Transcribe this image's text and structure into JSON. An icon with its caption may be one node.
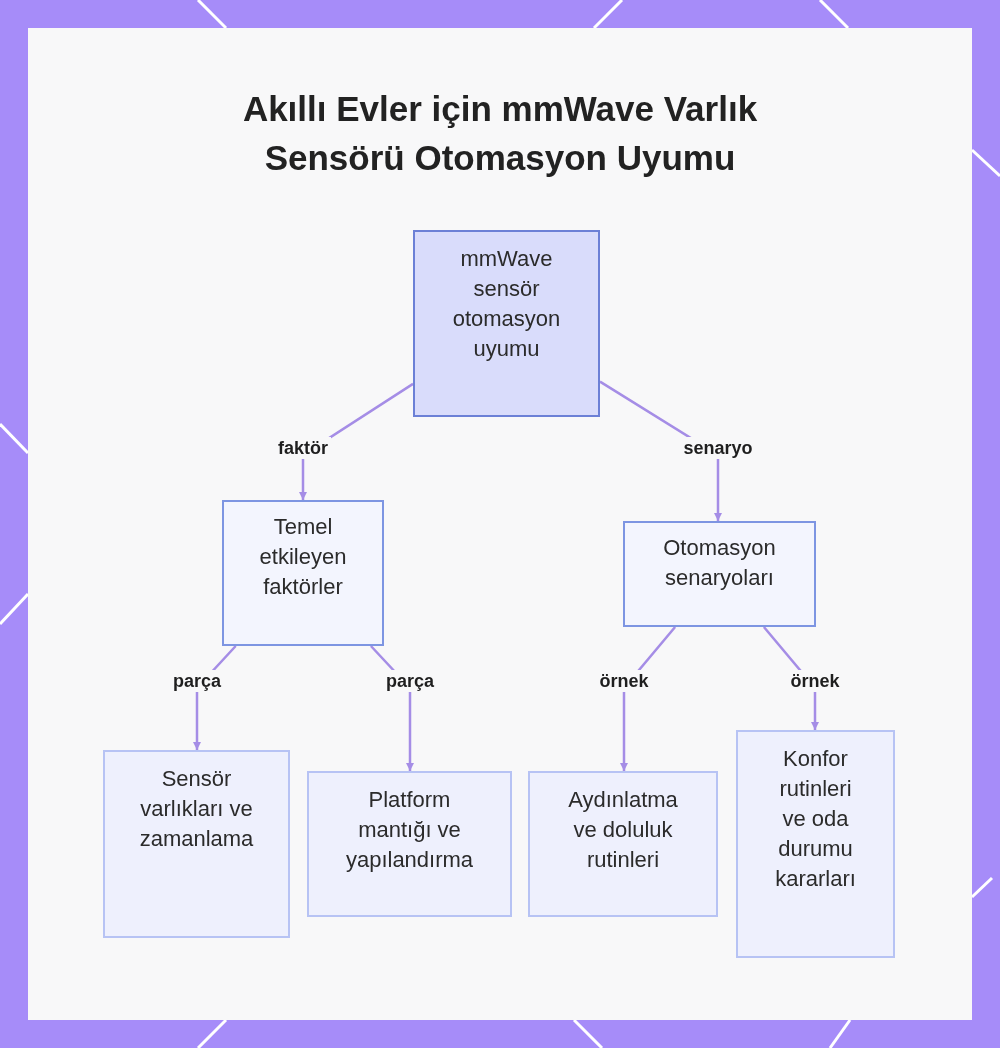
{
  "diagram": {
    "title": "Akıllı Evler için mmWave Varlık Sensörü Otomasyon Uyumu",
    "nodes": [
      {
        "text": [
          "mmWave sensör otomasyon uyumu"
        ]
      },
      {
        "text": [
          "Temel etkileyen faktörler"
        ]
      },
      {
        "text": [
          "Otomasyon senaryoları"
        ]
      },
      {
        "text": [
          "Sensör varlıkları ve zamanlama"
        ]
      },
      {
        "text": [
          "Platform mantığı ve yapılandırma"
        ]
      },
      {
        "text": [
          "Aydınlatma ve doluluk rutinleri"
        ]
      },
      {
        "text": [
          "Konfor rutinleri ve oda durumu kararları"
        ]
      }
    ],
    "edges": [
      {
        "from": 0,
        "to": 1,
        "arrow": "to",
        "label": "faktör"
      },
      {
        "from": 0,
        "to": 2,
        "arrow": "to",
        "label": "senaryo"
      },
      {
        "from": 1,
        "to": 3,
        "arrow": "to",
        "label": "parça"
      },
      {
        "from": 1,
        "to": 4,
        "arrow": "to",
        "label": "parça"
      },
      {
        "from": 2,
        "to": 5,
        "arrow": "to",
        "label": "örnek"
      },
      {
        "from": 2,
        "to": 6,
        "arrow": "to",
        "label": "örnek"
      }
    ]
  }
}
